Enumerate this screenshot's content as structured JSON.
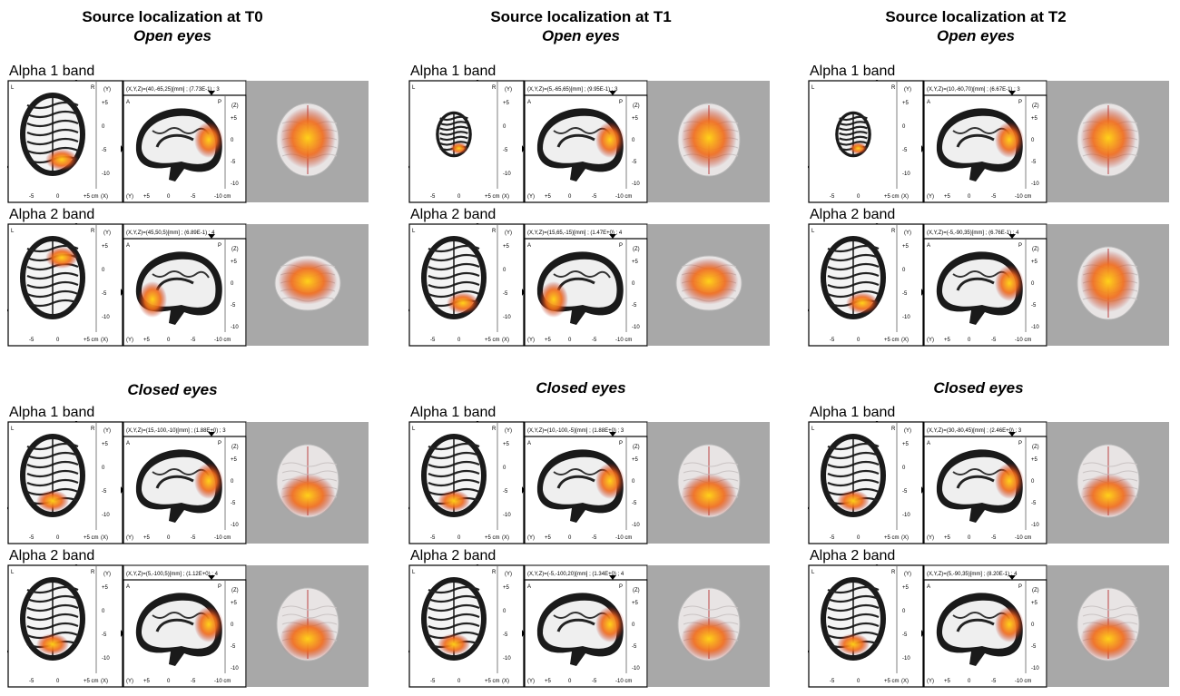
{
  "columns": [
    {
      "title": "Source localization at T0",
      "subtitle": "Open eyes"
    },
    {
      "title": "Source localization at T1",
      "subtitle": "Open eyes"
    },
    {
      "title": "Source localization at T2",
      "subtitle": "Open eyes"
    }
  ],
  "closed_title": "Closed eyes",
  "band_labels": {
    "alpha1": "Alpha 1 band",
    "alpha2": "Alpha 2 band"
  },
  "axis": {
    "L": "L",
    "R": "R",
    "A": "A",
    "P": "P",
    "Y_axis": "(Y)",
    "Z_axis": "(Z)",
    "X_axis": "(X)",
    "axial_ticks": [
      "+5",
      "0",
      "-5",
      "-10"
    ],
    "axial_x_ticks": [
      "-5",
      "0",
      "+5 cm"
    ],
    "sag_x_ticks": [
      "+5",
      "0",
      "-5",
      "-10 cm"
    ],
    "sag_z_ticks": [
      "+5",
      "0",
      "-5",
      "-10"
    ]
  },
  "panels": [
    {
      "id": "t0-open-a1",
      "band": "Alpha 1 band",
      "coord": "(X,Y,Z)=(40,-65,25)[mm] ; (7.73E-1) ; 3"
    },
    {
      "id": "t1-open-a1",
      "band": "Alpha 1 band",
      "coord": "(X,Y,Z)=(5,-65,65)[mm] ; (9.95E-1) ; 3"
    },
    {
      "id": "t2-open-a1",
      "band": "Alpha 1 band",
      "coord": "(X,Y,Z)=(10,-60,70)[mm] ; (6.67E-1) ; 3"
    },
    {
      "id": "t0-open-a2",
      "band": "Alpha 2 band",
      "coord": "(X,Y,Z)=(45,50,5)[mm] ; (6.89E-1) ; 4"
    },
    {
      "id": "t1-open-a2",
      "band": "Alpha 2 band",
      "coord": "(X,Y,Z)=(15,65,-15)[mm] ; (1.47E+0) ; 4"
    },
    {
      "id": "t2-open-a2",
      "band": "Alpha 2 band",
      "coord": "(X,Y,Z)=(-5,-90,35)[mm] ; (6.76E-1) ; 4"
    },
    {
      "id": "t0-closed-a1",
      "band": "Alpha 1 band",
      "coord": "(X,Y,Z)=(15,-100,-10)[mm] ; (1.88E+0) ; 3"
    },
    {
      "id": "t1-closed-a1",
      "band": "Alpha 1 band",
      "coord": "(X,Y,Z)=(10,-100,-5)[mm] ; (1.88E+0) ; 3"
    },
    {
      "id": "t2-closed-a1",
      "band": "Alpha 1 band",
      "coord": "(X,Y,Z)=(30,-80,45)[mm] ; (2.46E+0) ; 3"
    },
    {
      "id": "t0-closed-a2",
      "band": "Alpha 2 band",
      "coord": "(X,Y,Z)=(5,-100,5)[mm] ; (1.12E+0) ; 4"
    },
    {
      "id": "t1-closed-a2",
      "band": "Alpha 2 band",
      "coord": "(X,Y,Z)=(-5,-100,20)[mm] ; (1.34E+0) ; 4"
    },
    {
      "id": "t2-closed-a2",
      "band": "Alpha 2 band",
      "coord": "(X,Y,Z)=(5,-90,35)[mm] ; (8.20E-1) ; 4"
    }
  ],
  "colors": {
    "hot_core": "#ffd21a",
    "hot_mid": "#f06a1a",
    "hot_edge": "#b41e14",
    "render_bg": "#a8a8a8",
    "brain": "#e8e4e4"
  }
}
